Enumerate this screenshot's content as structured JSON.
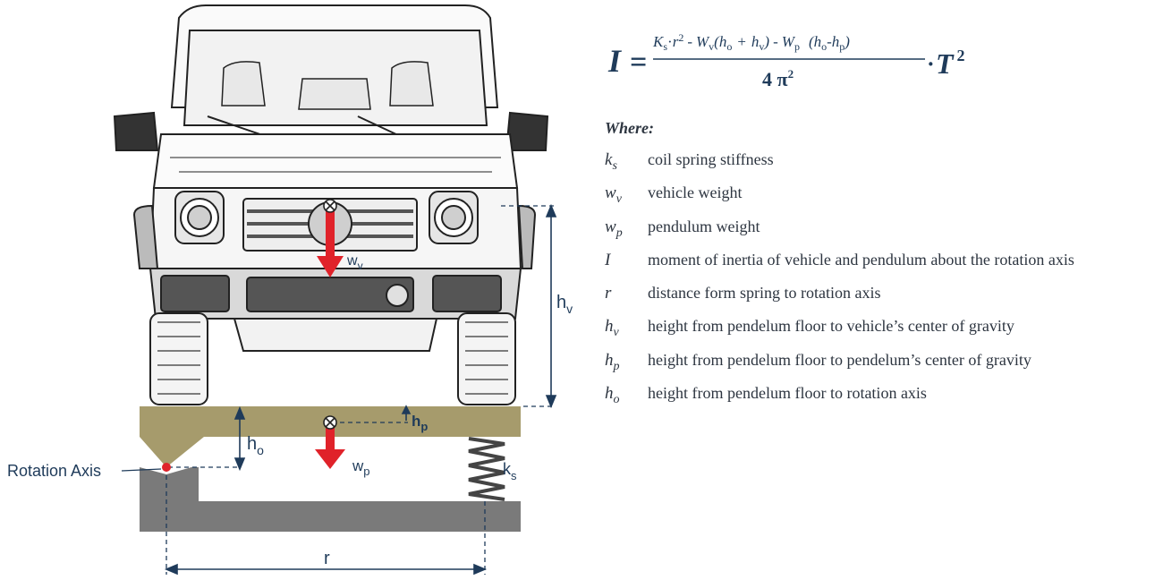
{
  "formula": {
    "lhs": "I",
    "eq": "=",
    "numerator": {
      "k": "K",
      "k_sub": "s",
      "dot1": "·",
      "r": "r",
      "r_sup": "2",
      "minus1": "-",
      "w1": "W",
      "w1_sub": "v",
      "paren1": "(h",
      "ho_sub": "o",
      "plus": "+",
      "hv": "h",
      "hv_sub": "v",
      "close1": ")",
      "minus2": "-",
      "w2": "W",
      "w2_sub": "p",
      "paren2": "(h",
      "ho2_sub": "o",
      "minus3": "-",
      "hp": "h",
      "hp_sub": "p",
      "close2": ")"
    },
    "denominator": "4 π",
    "den_sup": "2",
    "times": "·",
    "T": "T",
    "T_sup": "2"
  },
  "where_title": "Where:",
  "legend": [
    {
      "sym": "k",
      "sub": "s",
      "desc": "coil spring stiffness"
    },
    {
      "sym": "w",
      "sub": "v",
      "desc": "vehicle weight"
    },
    {
      "sym": "w",
      "sub": "p",
      "desc": "pendulum weight"
    },
    {
      "sym": "I",
      "sub": "",
      "desc": "moment of inertia of vehicle and pendulum about the rotation axis"
    },
    {
      "sym": "r",
      "sub": "",
      "desc": "distance form spring to rotation axis"
    },
    {
      "sym": "h",
      "sub": "v",
      "desc": "height from pendelum floor to vehicle’s center of gravity"
    },
    {
      "sym": "h",
      "sub": "p",
      "desc": "height from pendelum floor to pendelum’s center of gravity"
    },
    {
      "sym": "h",
      "sub": "o",
      "desc": "height from pendelum floor to rotation axis"
    }
  ],
  "diagram": {
    "rotation_axis": "Rotation Axis",
    "hv": "h",
    "hv_sub": "v",
    "hp": "h",
    "hp_sub": "p",
    "ho": "h",
    "ho_sub": "o",
    "wv": "w",
    "wv_sub": "v",
    "wp": "w",
    "wp_sub": "p",
    "ks": "k",
    "ks_sub": "s",
    "r": "r"
  },
  "colors": {
    "platform": "#a69b6c",
    "base": "#7a7a7a",
    "arrow": "#e0222a",
    "dims": "#1f3b5a"
  }
}
